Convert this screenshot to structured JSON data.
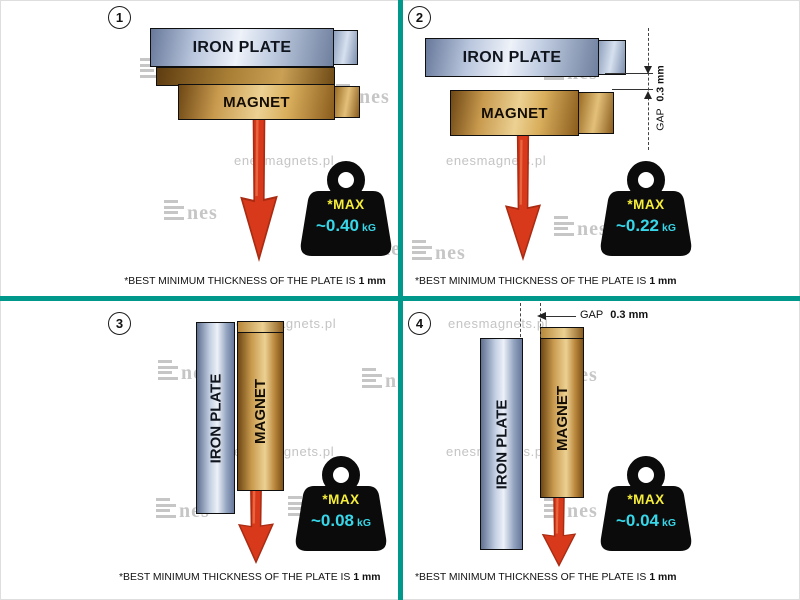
{
  "panels": [
    {
      "number": "1",
      "value": "~0.40"
    },
    {
      "number": "2",
      "value": "~0.22"
    },
    {
      "number": "3",
      "value": "~0.08"
    },
    {
      "number": "4",
      "value": "~0.04"
    }
  ],
  "labels": {
    "iron_plate": "IRON PLATE",
    "magnet": "MAGNET",
    "max": "*MAX",
    "unit": "kG",
    "gap": "GAP",
    "gap_value": "0.3 mm"
  },
  "caption": {
    "text": "*BEST MINIMUM THICKNESS OF THE PLATE IS",
    "bold": "1 mm"
  },
  "watermark": {
    "site": "enesmagnets.pl",
    "logo_text": "nes"
  },
  "icons": {
    "pull_arrow": "down-arrow-icon",
    "weight": "kettlebell-weight-icon"
  },
  "colors": {
    "divider": "#00988b",
    "arrow_red": "#d8391b",
    "max_yellow": "#f6ee3a",
    "value_cyan": "#37d7e9"
  }
}
